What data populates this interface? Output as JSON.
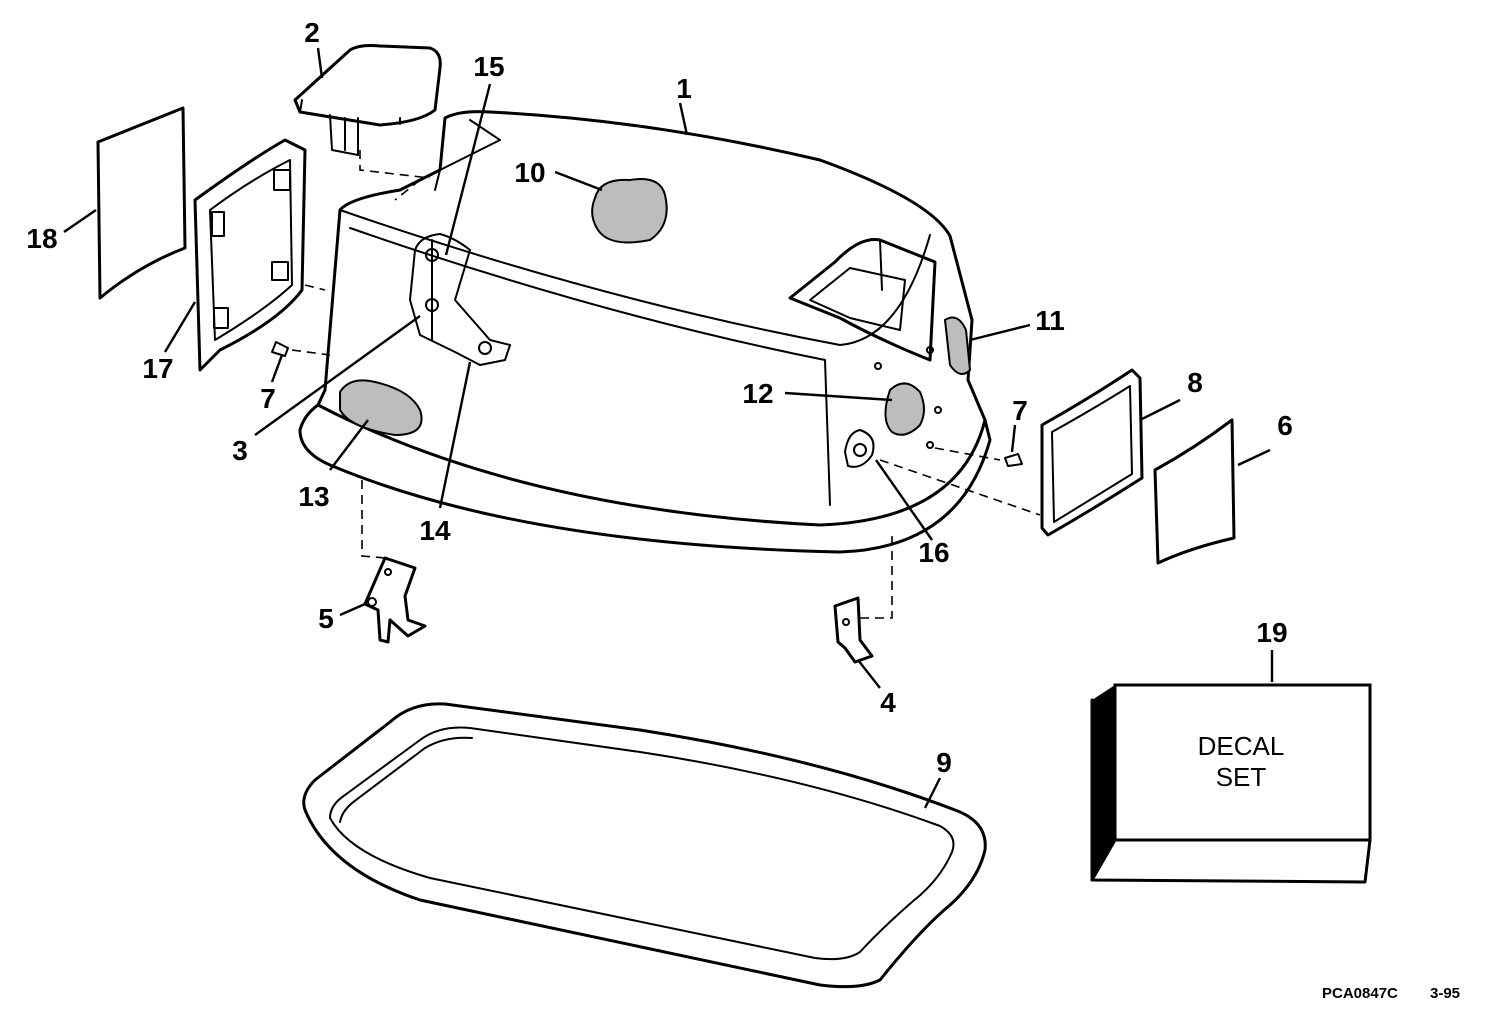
{
  "callouts": [
    {
      "id": "1",
      "label": "1"
    },
    {
      "id": "2",
      "label": "2"
    },
    {
      "id": "3",
      "label": "3"
    },
    {
      "id": "4",
      "label": "4"
    },
    {
      "id": "5",
      "label": "5"
    },
    {
      "id": "6",
      "label": "6"
    },
    {
      "id": "7a",
      "label": "7"
    },
    {
      "id": "7b",
      "label": "7"
    },
    {
      "id": "8",
      "label": "8"
    },
    {
      "id": "9",
      "label": "9"
    },
    {
      "id": "10",
      "label": "10"
    },
    {
      "id": "11",
      "label": "11"
    },
    {
      "id": "12",
      "label": "12"
    },
    {
      "id": "13",
      "label": "13"
    },
    {
      "id": "14",
      "label": "14"
    },
    {
      "id": "15",
      "label": "15"
    },
    {
      "id": "16",
      "label": "16"
    },
    {
      "id": "17",
      "label": "17"
    },
    {
      "id": "18",
      "label": "18"
    },
    {
      "id": "19",
      "label": "19"
    }
  ],
  "decal_box": {
    "line1": "DECAL",
    "line2": "SET"
  },
  "footer": {
    "part_code": "PCA0847C",
    "date": "3-95"
  }
}
